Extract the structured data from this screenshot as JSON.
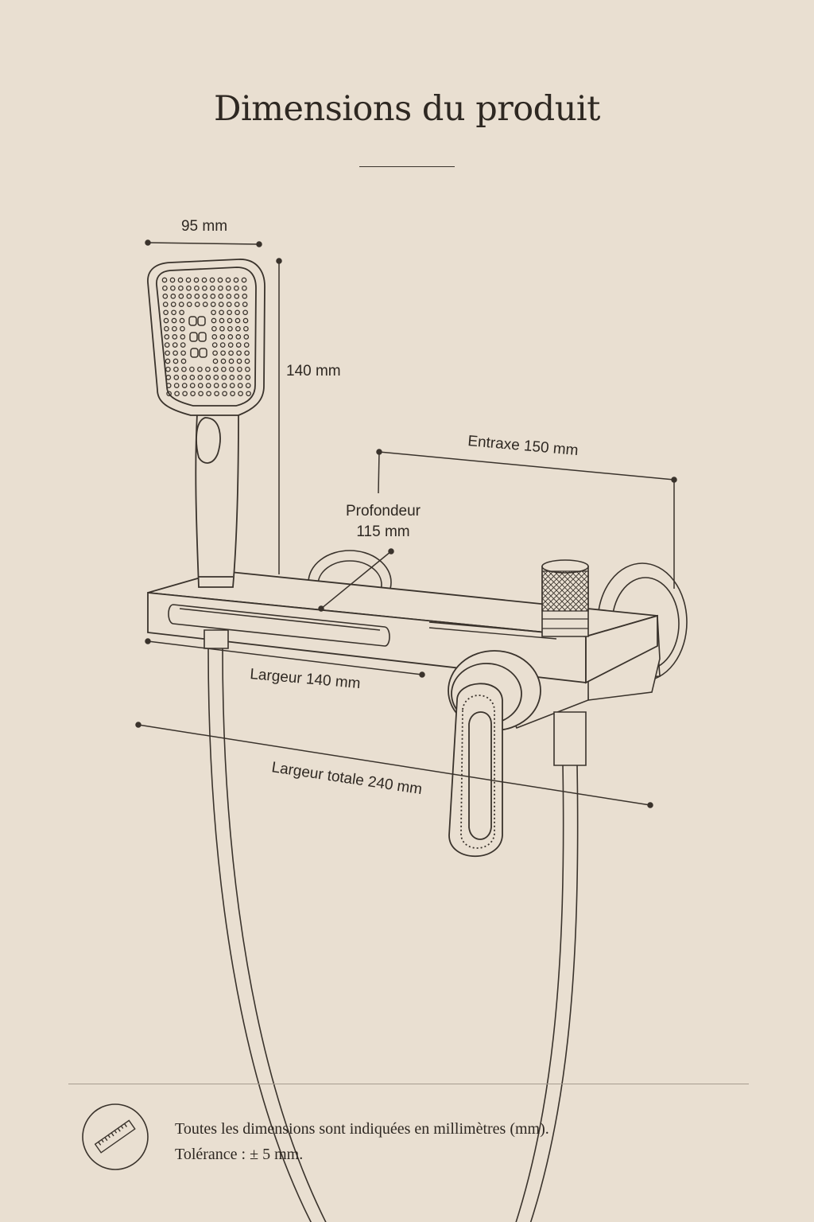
{
  "header": {
    "title": "Dimensions du produit"
  },
  "dimensions": {
    "head_width": "95 mm",
    "head_height": "140 mm",
    "center_distance": "Entraxe 150 mm",
    "depth_label": "Profondeur",
    "depth_value": "115 mm",
    "shelf_width": "Largeur 140 mm",
    "total_width": "Largeur totale 240 mm"
  },
  "footer": {
    "note_line1": "Toutes les dimensions sont indiquées en millimètres (mm).",
    "note_line2": "Tolérance : ± 5 mm.",
    "icon": "ruler-icon"
  },
  "colors": {
    "background": "#e9dfd1",
    "ink": "#2e2822"
  }
}
